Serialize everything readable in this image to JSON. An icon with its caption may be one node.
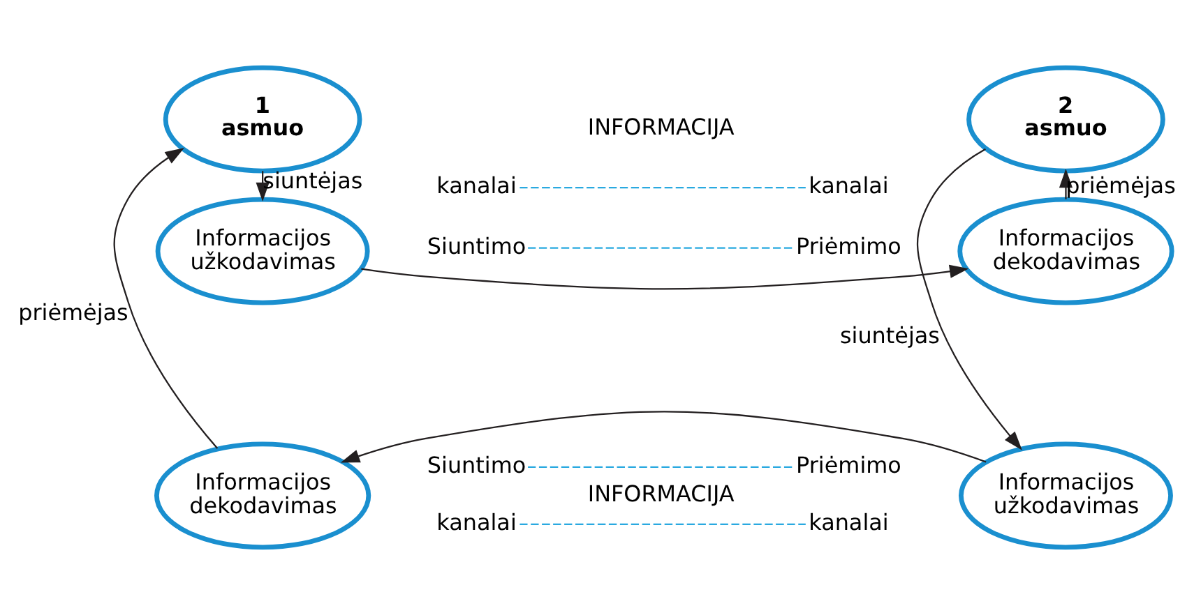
{
  "diagram": {
    "nodes": [
      {
        "text": [
          "Informacijos užkodavimas"
        ]
      },
      {
        "text": [
          "Informacijos dekodavimas"
        ]
      },
      {
        "text": [
          "1 asmuo"
        ]
      },
      {
        "text": [
          "2 asmuo"
        ]
      },
      {
        "text": [
          "Informacijos dekodavimas"
        ]
      },
      {
        "text": [
          "Informacijos užkodavimas"
        ]
      },
      {
        "text": [
          "Siuntimo"
        ]
      },
      {
        "text": [
          "Priėmimo"
        ]
      },
      {
        "text": [
          "INFORMACIJA"
        ]
      },
      {
        "text": [
          "kanalai"
        ]
      },
      {
        "text": [
          "kanalai"
        ]
      },
      {
        "text": [
          "Siuntimo"
        ]
      },
      {
        "text": [
          "Priėmimo"
        ]
      },
      {
        "text": [
          "INFORMACIJA"
        ]
      },
      {
        "text": [
          "kanalai"
        ]
      },
      {
        "text": [
          "kanalai"
        ]
      }
    ],
    "edges": [
      {
        "from": 2,
        "to": 0,
        "arrow": "to",
        "label": "siuntėjas"
      },
      {
        "from": 0,
        "to": 1,
        "arrow": "to"
      },
      {
        "from": 1,
        "to": 3,
        "arrow": "to",
        "label": "priėmėjas"
      },
      {
        "from": 3,
        "to": 5,
        "arrow": "to",
        "label": "siuntėjas"
      },
      {
        "from": 5,
        "to": 4,
        "arrow": "to"
      },
      {
        "from": 4,
        "to": 2,
        "arrow": "to",
        "label": "priėmėjas"
      },
      {
        "from": 6,
        "to": 7,
        "arrow": "none",
        "style": "dashed",
        "color": "#29a9e0"
      },
      {
        "from": 9,
        "to": 10,
        "arrow": "none",
        "style": "dashed",
        "color": "#29a9e0"
      },
      {
        "from": 11,
        "to": 12,
        "arrow": "none",
        "style": "dashed",
        "color": "#29a9e0"
      },
      {
        "from": 14,
        "to": 15,
        "arrow": "none",
        "style": "dashed",
        "color": "#29a9e0"
      }
    ]
  }
}
